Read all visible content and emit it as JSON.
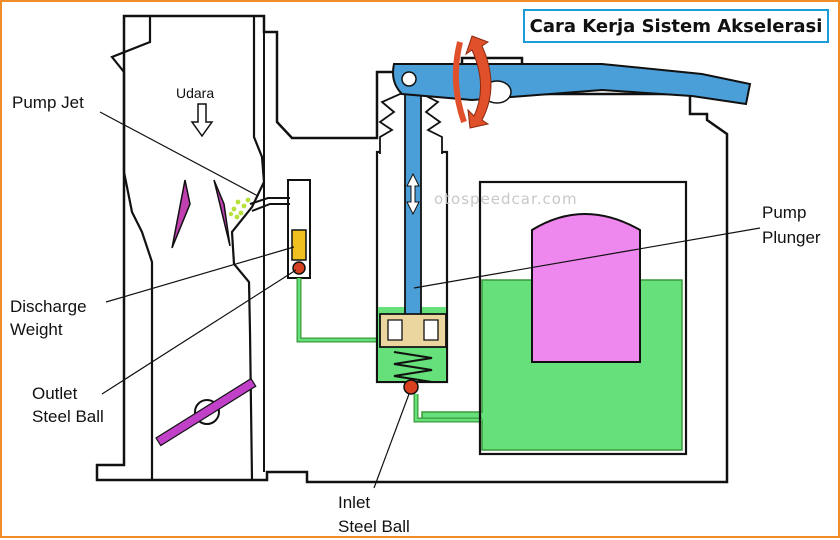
{
  "title": "Cara Kerja Sistem Akselerasi",
  "watermark": "otospeedcar.com",
  "labels": {
    "udara": "Udara",
    "pump_jet": "Pump Jet",
    "discharge_weight_1": "Discharge",
    "discharge_weight_2": "Weight",
    "outlet_ball_1": "Outlet",
    "outlet_ball_2": "Steel Ball",
    "pump_plunger_1": "Pump",
    "pump_plunger_2": "Plunger",
    "inlet_ball_1": "Inlet",
    "inlet_ball_2": "Steel Ball"
  },
  "colors": {
    "frame_border": "#f28c28",
    "title_border": "#1a9ad6",
    "fuel": "#66e07a",
    "fuel_line": "#3a9a3a",
    "float": "#ee88ee",
    "plunger_rod": "#4a9fd8",
    "lever": "#4a9fd8",
    "rotation_arrow": "#e0502a",
    "jet_spray": "#b6e03a",
    "weight": "#f0c020",
    "ball": "#d84020",
    "piston": "#ecd6a0",
    "venturi": "#c040b0",
    "throttle": "#c040c8"
  }
}
